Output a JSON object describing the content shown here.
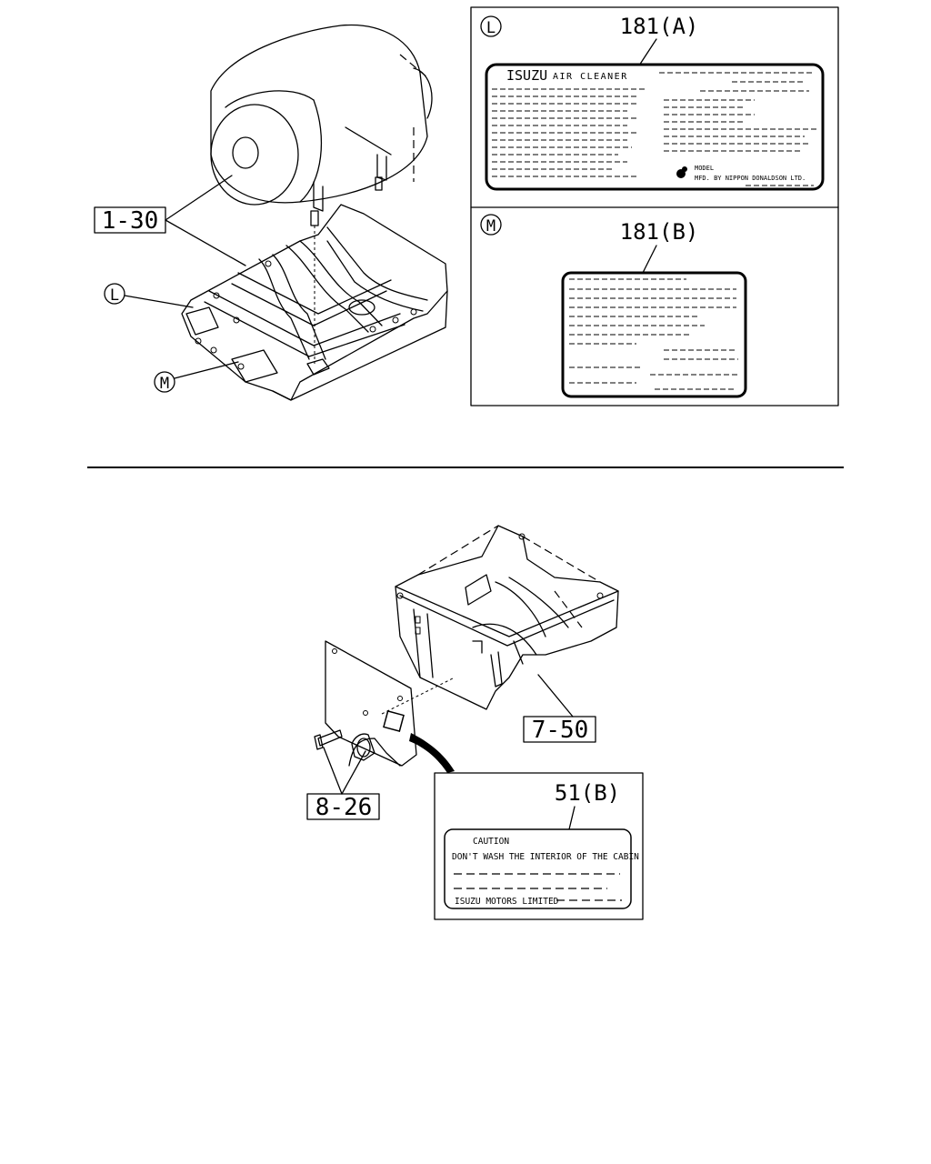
{
  "callouts": {
    "c1": "1-30",
    "c2": "7-50",
    "c3": "8-26",
    "view_l": "L",
    "view_m": "M"
  },
  "label_l": {
    "ref": "181(A)",
    "brand": "ISUZU",
    "product": "AIR CLEANER",
    "model": "MODEL",
    "maker": "MFD. BY NIPPON DONALDSON LTD."
  },
  "label_m": {
    "ref": "181(B)"
  },
  "label_51": {
    "ref": "51(B)",
    "caution": "CAUTION",
    "line1": "DON'T WASH THE INTERIOR OF THE CABIN",
    "footer": "ISUZU MOTORS LIMITED"
  }
}
